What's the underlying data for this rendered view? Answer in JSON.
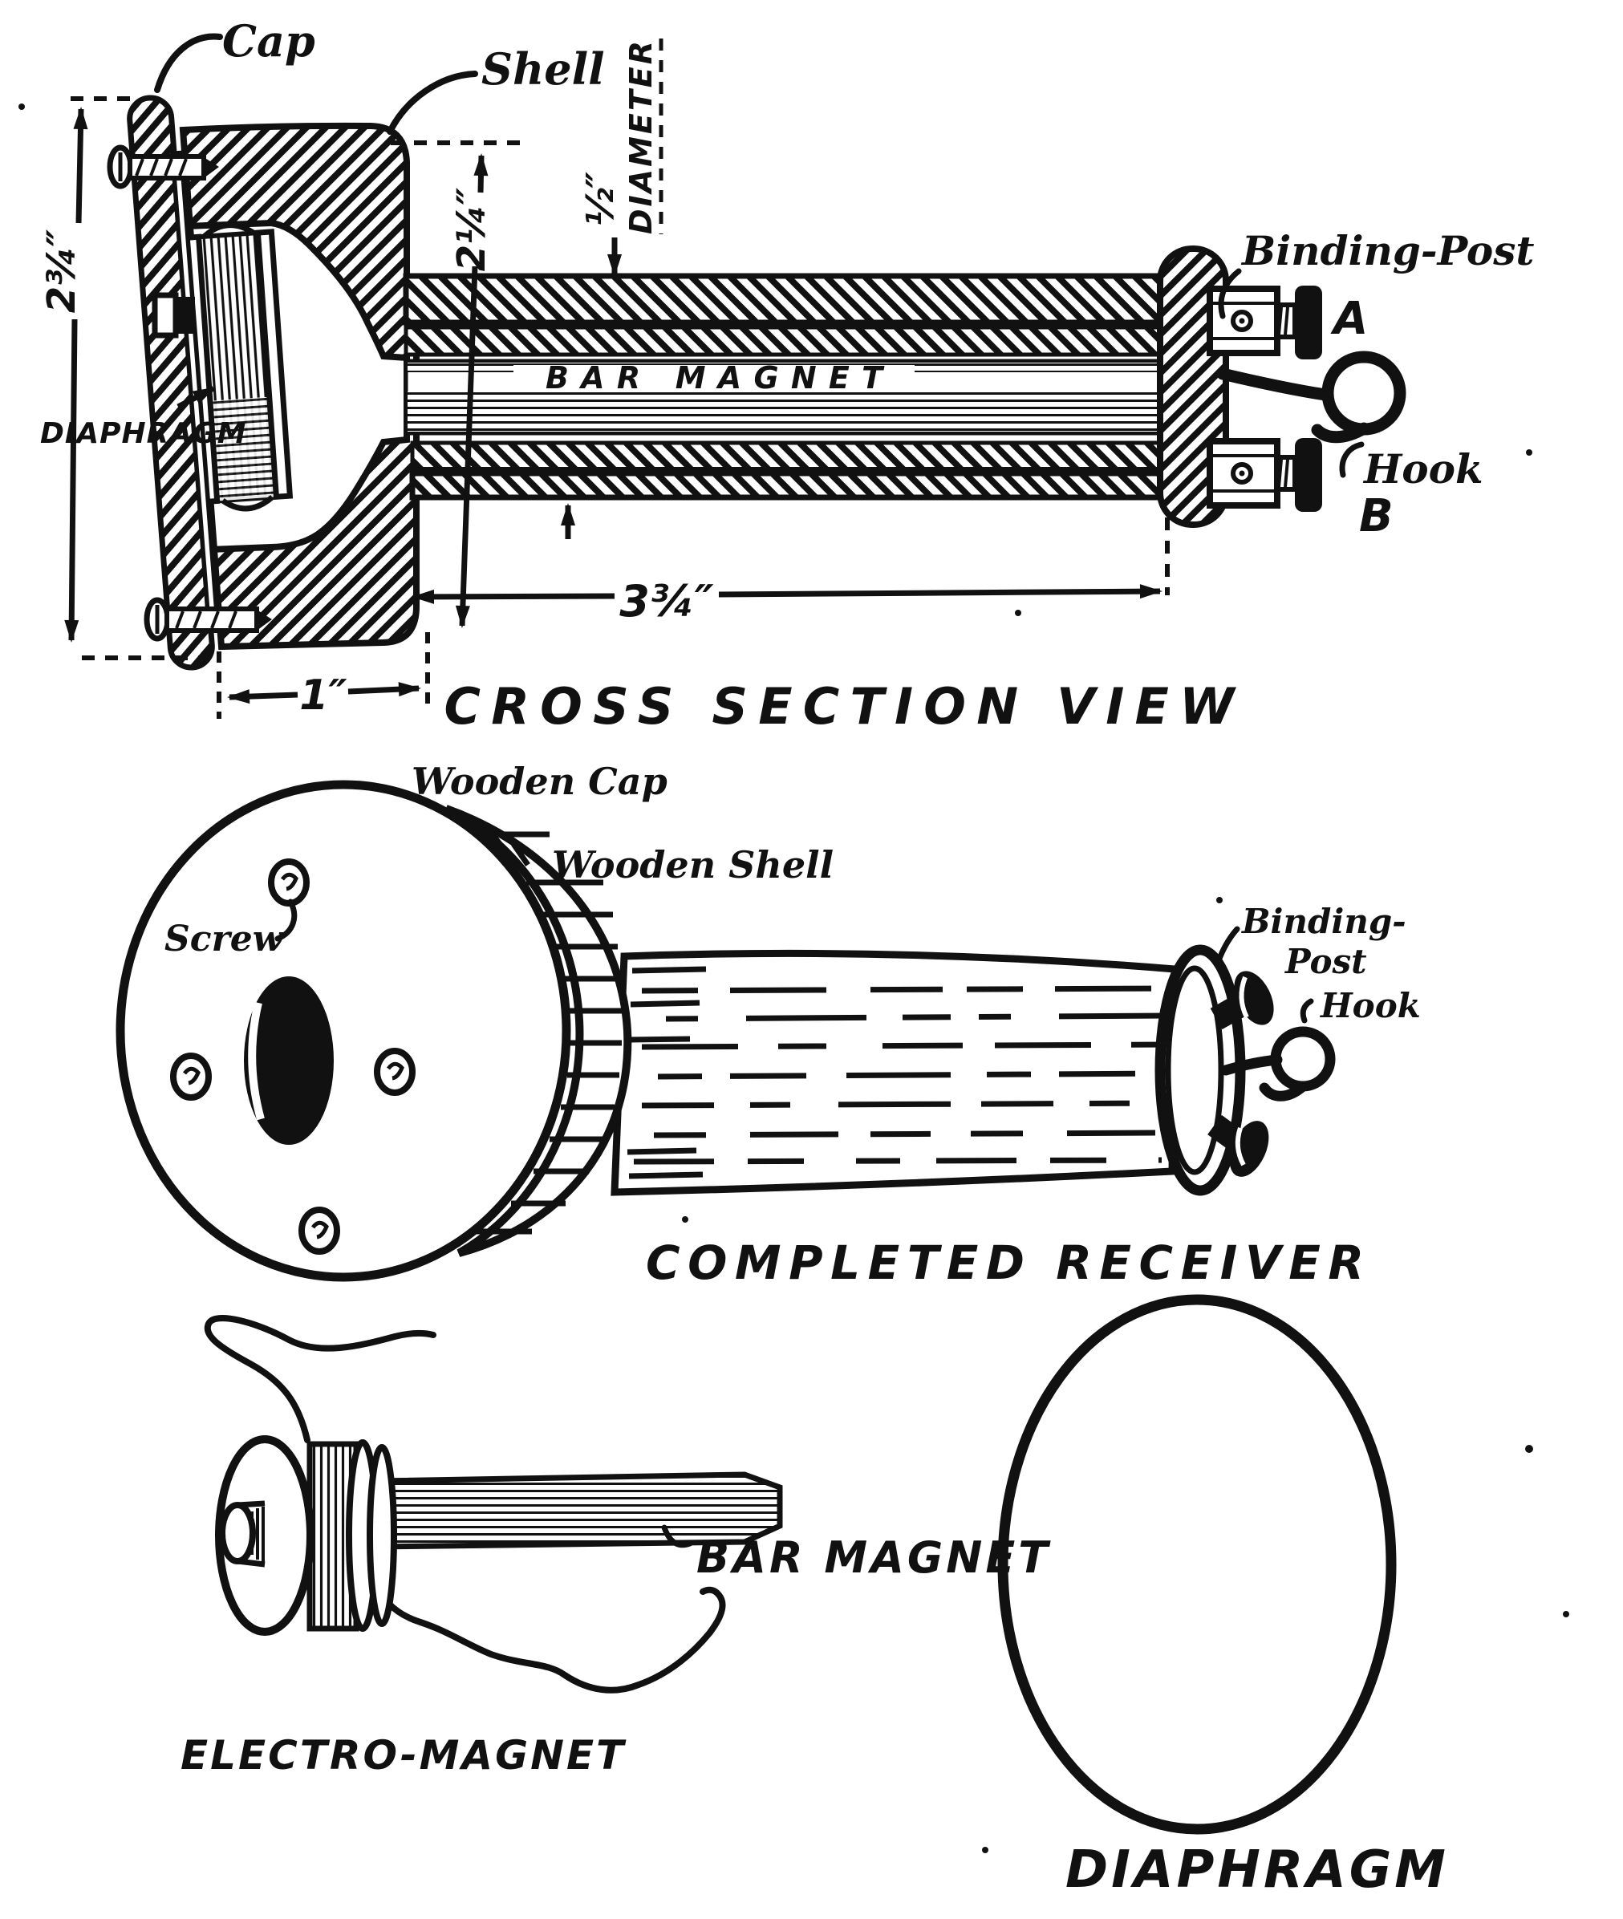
{
  "canvas": {
    "background": "#ffffff",
    "ink": "#111111"
  },
  "cross_section": {
    "title": "CROSS SECTION VIEW",
    "cap_label": "Cap",
    "shell_label": "Shell",
    "diaphragm_label": "DIAPHRAGM",
    "binding_post_label": "Binding-Post",
    "hook_label": "Hook",
    "terminal_a": "A",
    "terminal_b": "B",
    "bar_magnet_label": "BAR MAGNET",
    "dim_overall_height": "2¾″",
    "dim_shell_height": "2¼″",
    "dim_diameter_value": "½″",
    "dim_diameter_word": "DIAMETER",
    "dim_tube_length": "3¾″",
    "dim_cap_depth": "1″"
  },
  "completed_receiver": {
    "title": "COMPLETED RECEIVER",
    "wooden_cap_label": "Wooden Cap",
    "wooden_shell_label": "Wooden Shell",
    "screw_label": "Screw",
    "binding_post_line1": "Binding-",
    "binding_post_line2": "Post",
    "hook_label": "Hook"
  },
  "parts": {
    "electro_magnet_label": "ELECTRO-MAGNET",
    "bar_magnet_label": "BAR MAGNET",
    "diaphragm_label": "DIAPHRAGM"
  }
}
